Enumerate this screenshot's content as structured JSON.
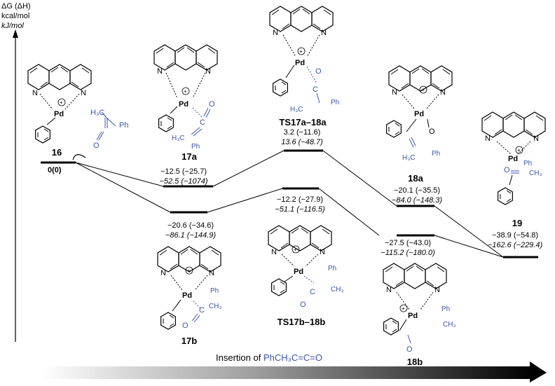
{
  "axis": {
    "line1": "ΔG (ΔH)",
    "line2": "kcal/mol",
    "line3": "kJ/mol"
  },
  "caption": {
    "prefix": "Insertion of ",
    "reagent": "PhCH₃C=C=O"
  },
  "reagent_label": {
    "me": "H₃C",
    "ph": "Ph"
  },
  "species": {
    "s16": {
      "name": "16",
      "kcal": "0(0)",
      "kj": ""
    },
    "s17a": {
      "name": "17a",
      "kcal": "−12.5 (−25.7)",
      "kj": "−52.5 (−1074)"
    },
    "s17b": {
      "name": "17b",
      "kcal": "−20.6 (−34.6)",
      "kj": "−86.1 (−144.9)"
    },
    "ts_a": {
      "name": "TS17a–18a",
      "kcal": "3.2 (−11.6)",
      "kj": "13.6 (−48.7)"
    },
    "ts_b": {
      "name": "TS17b–18b",
      "kcal": "−12.2 (−27.9)",
      "kj": "−51.1 (−116.5)"
    },
    "s18a": {
      "name": "18a",
      "kcal": "−20.1 (−35.5)",
      "kj": "−84.0 (−148.3)"
    },
    "s18b": {
      "name": "18b",
      "kcal": "−27.5 (−43.0)",
      "kj": "−115.2 (−180.0)"
    },
    "s19": {
      "name": "19",
      "kcal": "−38.9 (−54.8)",
      "kj": "−162.6 (−229.4)"
    }
  },
  "atoms": {
    "pd": "Pd",
    "n": "N",
    "o": "O",
    "c": "C",
    "ph": "Ph",
    "ch3": "CH₃",
    "h3c": "H₃C",
    "plus": "+"
  },
  "colors": {
    "reagent": "#3b55a8",
    "line": "#000000"
  }
}
